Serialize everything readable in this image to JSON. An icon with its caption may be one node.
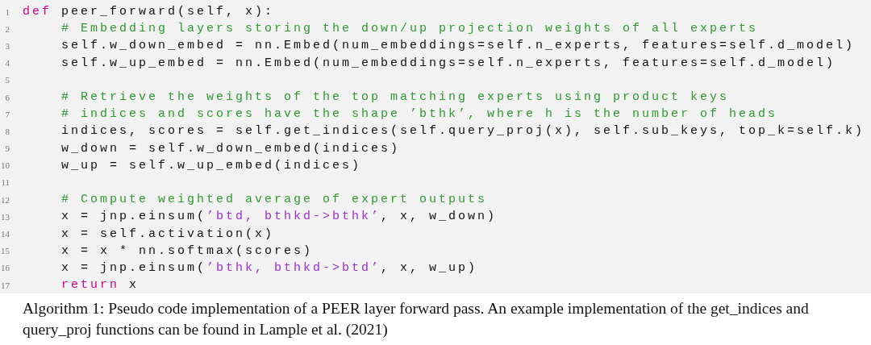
{
  "diagram": {
    "caption": "Algorithm 1: Pseudo code implementation of a PEER layer forward pass. An example implementation of the get_indices and query_proj functions can be found in Lample et al. (2021)",
    "labels": [
      "1",
      "def",
      "peer_forward(self, x):",
      "2",
      "# Embedding layers storing the down/up projection weights of all experts",
      "3",
      "self.w_down_embed = nn.Embed(num_embeddings=self.n_experts, features=self.d_model)",
      "4",
      "self.w_up_embed = nn.Embed(num_embeddings=self.n_experts, features=self.d_model)",
      "5",
      "6",
      "# Retrieve the weights of the top matching experts using product keys",
      "7",
      "# indices and scores have the shape ’bthk’, where h is the number of heads",
      "8",
      "indices, scores = self.get_indices(self.query_proj(x), self.sub_keys, top_k=self.k)",
      "9",
      "w_down = self.w_down_embed(indices)",
      "10",
      "w_up = self.w_up_embed(indices)",
      "11",
      "12",
      "# Compute weighted average of expert outputs",
      "13",
      "x = jnp.einsum(",
      "’btd, bthkd->bthk’",
      ", x, w_down)",
      "14",
      "x = self.activation(x)",
      "15",
      "x = x * nn.softmax(scores)",
      "16",
      "x = jnp.einsum(",
      "’bthk, bthkd->btd’",
      ", x, w_up)",
      "17",
      "return",
      "x"
    ]
  }
}
